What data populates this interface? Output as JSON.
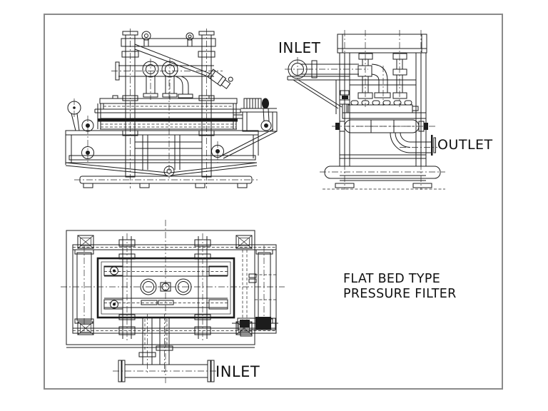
{
  "sheet": {
    "background": "#ffffff",
    "border_color": "#8a8a8a",
    "line_color": "#1c1c1c",
    "text_color": "#111111"
  },
  "labels": {
    "inlet_top": "INLET",
    "outlet": "OUTLET",
    "inlet_bottom": "INLET"
  },
  "title_block": {
    "line1": "FLAT BED TYPE",
    "line2": "PRESSURE FILTER"
  }
}
